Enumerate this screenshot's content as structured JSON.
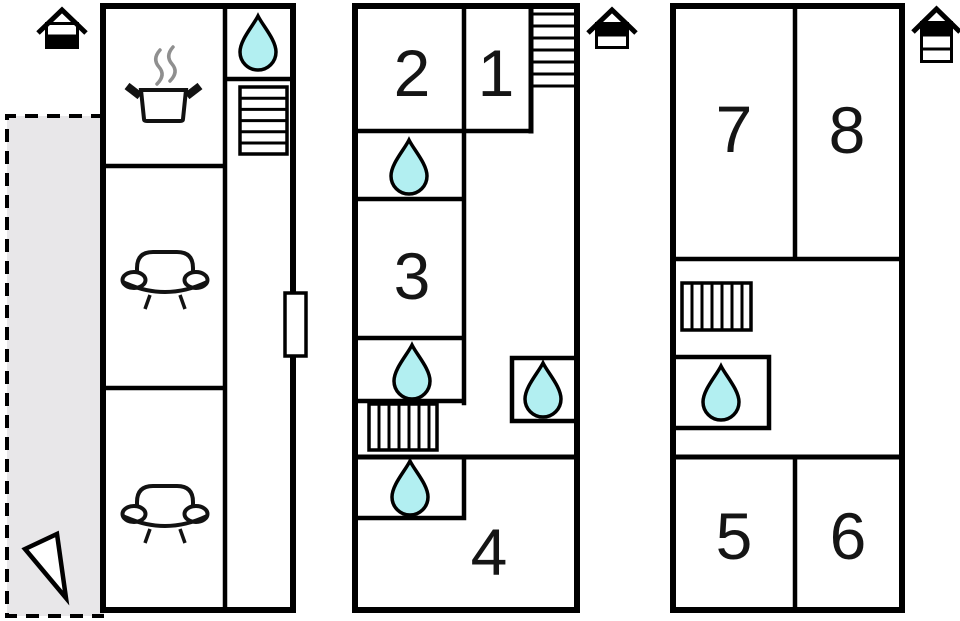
{
  "rooms": {
    "r1": "1",
    "r2": "2",
    "r3": "3",
    "r4": "4",
    "r5": "5",
    "r6": "6",
    "r7": "7",
    "r8": "8"
  },
  "colors": {
    "wall": "#000000",
    "water": "#b2eff1",
    "terrace": "#e8e7e9",
    "steam": "#8f8f8f",
    "paper": "#ffffff",
    "ink": "#151515"
  },
  "icons": {
    "water_drop": "bathroom-water-drop",
    "stove": "kitchen-stove-pot",
    "sofa": "sofa",
    "stairs": "staircase",
    "door": "door-opening",
    "terrace": "terrace-outline",
    "arrow": "direction-arrow",
    "level_left": "house-level-indicator-lower",
    "level_middle": "house-level-indicator-upper",
    "level_right": "house-level-indicator-top-of-three"
  }
}
